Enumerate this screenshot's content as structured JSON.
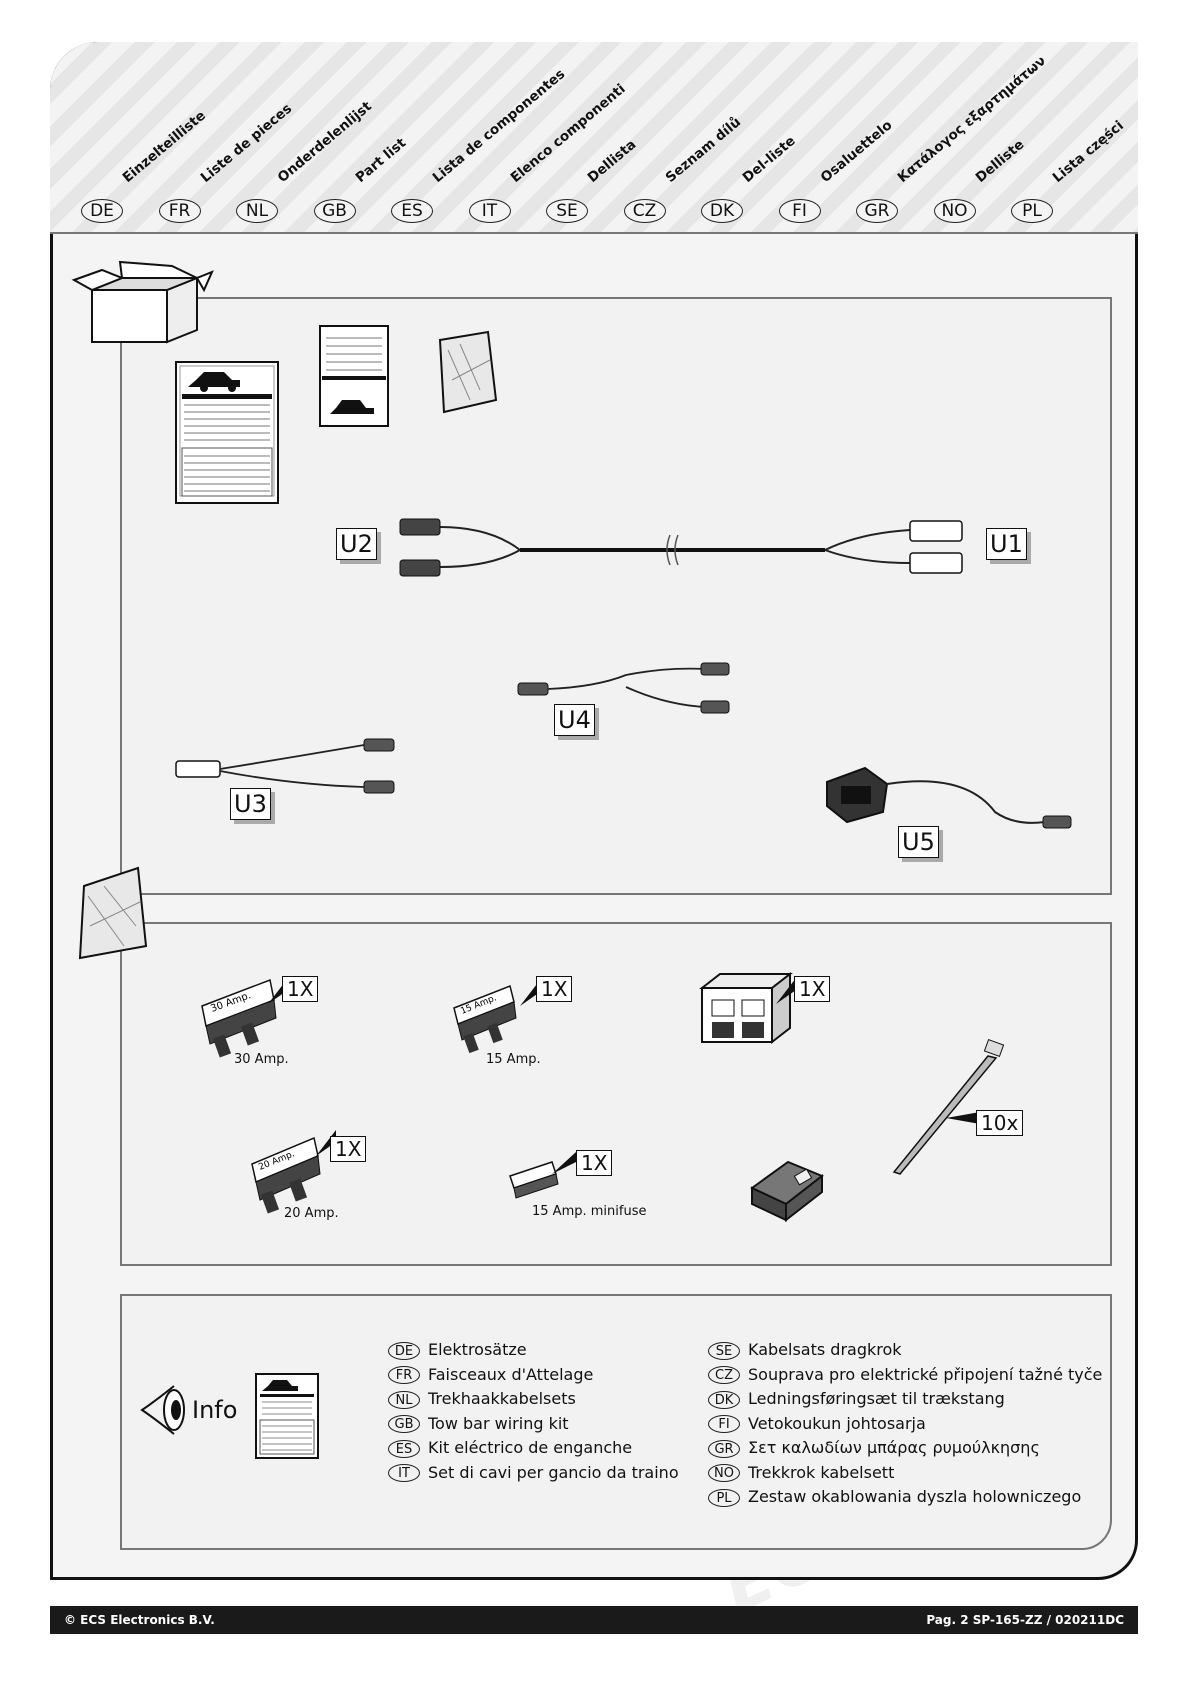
{
  "languages": [
    {
      "code": "DE",
      "title": "Einzelteilliste"
    },
    {
      "code": "FR",
      "title": "Liste de pieces"
    },
    {
      "code": "NL",
      "title": "Onderdelenlijst"
    },
    {
      "code": "GB",
      "title": "Part list"
    },
    {
      "code": "ES",
      "title": "Lista de componentes"
    },
    {
      "code": "IT",
      "title": "Elenco componenti"
    },
    {
      "code": "SE",
      "title": "Dellista"
    },
    {
      "code": "CZ",
      "title": "Seznam dílů"
    },
    {
      "code": "DK",
      "title": "Del-liste"
    },
    {
      "code": "FI",
      "title": "Osaluettelo"
    },
    {
      "code": "GR",
      "title": "Κατάλογος εξαρτημάτων"
    },
    {
      "code": "NO",
      "title": "Delliste"
    },
    {
      "code": "PL",
      "title": "Lista części"
    }
  ],
  "harness_labels": {
    "u1": "U1",
    "u2": "U2",
    "u3": "U3",
    "u4": "U4",
    "u5": "U5"
  },
  "bag_items": [
    {
      "qty": "1X",
      "caption": "30 Amp.",
      "fuse_text": "30 Amp."
    },
    {
      "qty": "1X",
      "caption": "15 Amp.",
      "fuse_text": "15 Amp."
    },
    {
      "qty": "1X",
      "caption": ""
    },
    {
      "qty": "1X",
      "caption": "20 Amp.",
      "fuse_text": "20 Amp."
    },
    {
      "qty": "1X",
      "caption": "15 Amp. minifuse"
    },
    {
      "qty": "10x",
      "caption": ""
    }
  ],
  "info": {
    "label": "Info",
    "left": [
      {
        "code": "DE",
        "text": "Elektrosätze"
      },
      {
        "code": "FR",
        "text": "Faisceaux d'Attelage"
      },
      {
        "code": "NL",
        "text": "Trekhaakkabelsets"
      },
      {
        "code": "GB",
        "text": "Tow bar wiring kit"
      },
      {
        "code": "ES",
        "text": "Kit eléctrico de enganche"
      },
      {
        "code": "IT",
        "text": "Set di cavi per gancio da traino"
      }
    ],
    "right": [
      {
        "code": "SE",
        "text": "Kabelsats dragkrok"
      },
      {
        "code": "CZ",
        "text": "Souprava pro elektrické připojení tažné tyče"
      },
      {
        "code": "DK",
        "text": "Ledningsføringsæt til trækstang"
      },
      {
        "code": "FI",
        "text": "Vetokoukun johtosarja"
      },
      {
        "code": "GR",
        "text": "Σετ καλωδίων μπάρας ρυμούλκησης"
      },
      {
        "code": "NO",
        "text": "Trekkrok kabelsett"
      },
      {
        "code": "PL",
        "text": "Zestaw okablowania dyszla holowniczego"
      }
    ]
  },
  "footer": {
    "left": "© ECS Electronics B.V.",
    "right": "Pag. 2  SP-165-ZZ  / 020211DC"
  },
  "watermark": {
    "text": "ECS"
  }
}
